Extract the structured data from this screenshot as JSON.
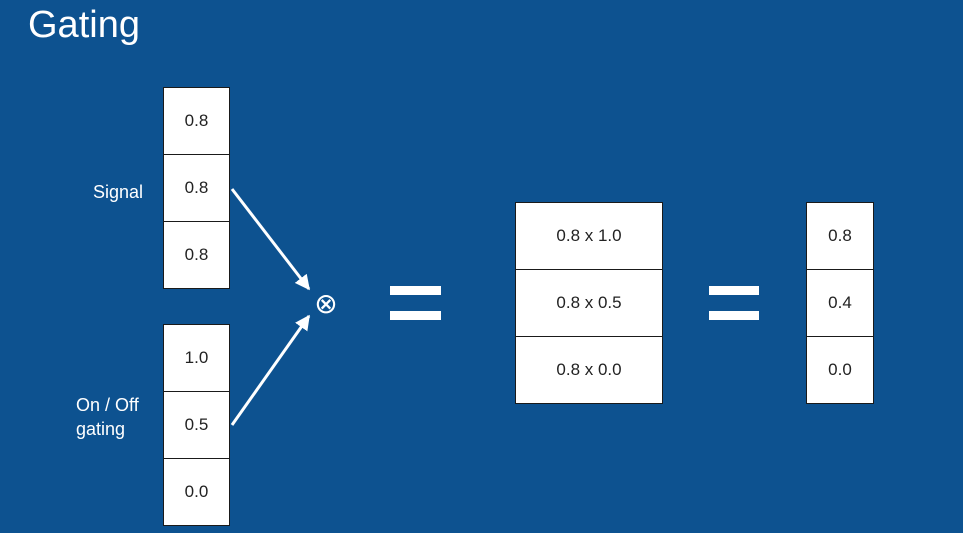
{
  "title": "Gating",
  "labels": {
    "signal": "Signal",
    "gating_line1": "On / Off",
    "gating_line2": "gating"
  },
  "signal": [
    "0.8",
    "0.8",
    "0.8"
  ],
  "gating": [
    "1.0",
    "0.5",
    "0.0"
  ],
  "products": [
    "0.8 x 1.0",
    "0.8 x 0.5",
    "0.8 x 0.0"
  ],
  "results": [
    "0.8",
    "0.4",
    "0.0"
  ],
  "operator_symbol": "⊗",
  "colors": {
    "background": "#0d5290",
    "foreground": "#ffffff"
  }
}
